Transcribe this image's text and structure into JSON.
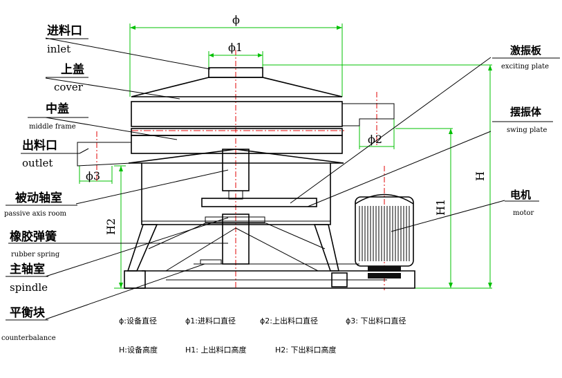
{
  "labels_left": [
    {
      "cn": "进料口",
      "en": "inlet"
    },
    {
      "cn": "上盖",
      "en": "cover"
    },
    {
      "cn": "中盖",
      "en": "middle frame"
    },
    {
      "cn": "出料口",
      "en": "outlet"
    },
    {
      "cn": "被动轴室",
      "en": "passive axis room"
    },
    {
      "cn": "橡胶弹簧",
      "en": "rubber spring"
    },
    {
      "cn": "主轴室",
      "en": "spindle"
    },
    {
      "cn": "平衡块",
      "en": "counterbalance"
    }
  ],
  "labels_right": [
    {
      "cn": "激振板",
      "en": "exciting plate"
    },
    {
      "cn": "摆振体",
      "en": "swing plate"
    },
    {
      "cn": "电机",
      "en": "motor"
    }
  ],
  "dimensions": {
    "phi": "ϕ",
    "phi1": "ϕ1",
    "phi2": "ϕ2",
    "phi3": "ϕ3",
    "H": "H",
    "H1": "H1",
    "H2": "H2"
  },
  "legend_row1": [
    "ϕ:设备直径",
    "ϕ1:进料口直径",
    "ϕ2:上出料口直径",
    "ϕ3: 下出料口直径"
  ],
  "legend_row2": [
    "H:设备高度",
    "H1: 上出料口高度",
    "H2: 下出料口高度"
  ],
  "colors": {
    "dimension_lines": "#00c000",
    "centerline": "#e00000",
    "outline": "#000000"
  }
}
